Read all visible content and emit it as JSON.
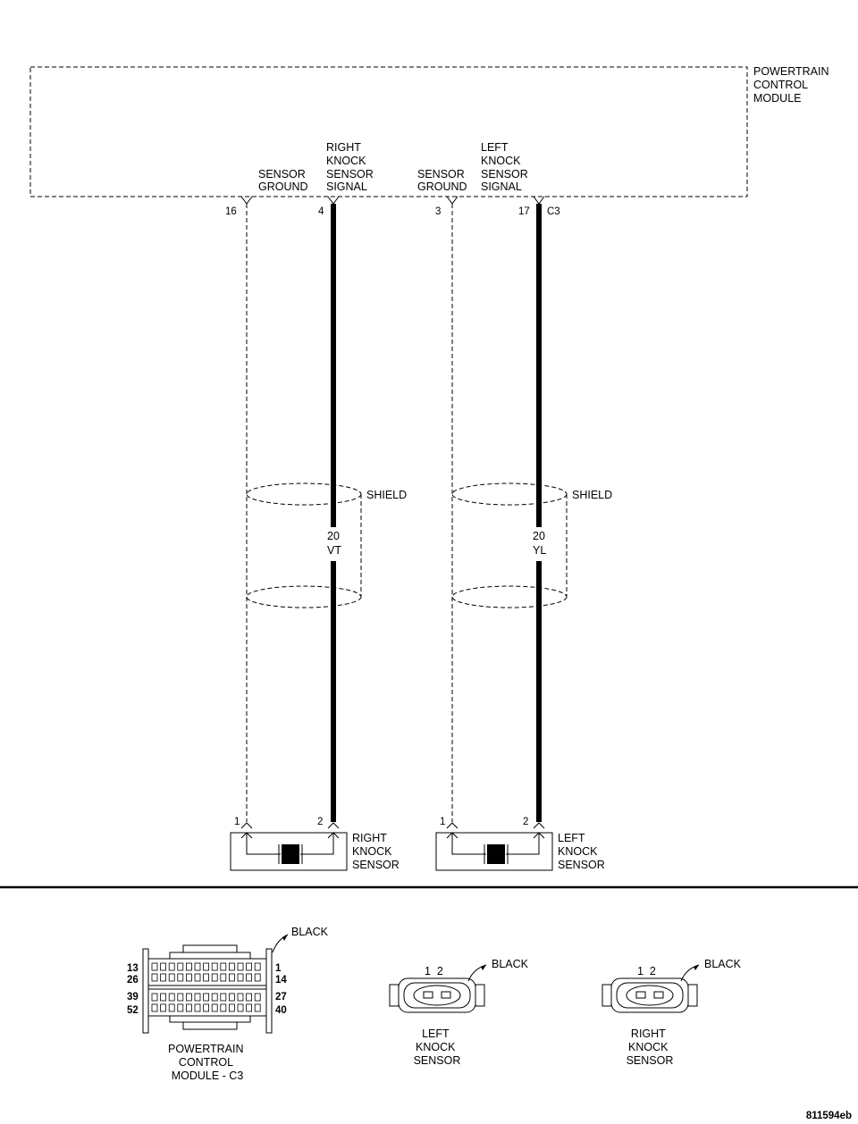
{
  "module": {
    "name_lines": [
      "POWERTRAIN",
      "CONTROL",
      "MODULE"
    ],
    "connector": "C3",
    "circuits": [
      {
        "pin": "16",
        "label_lines": [
          "SENSOR",
          "GROUND"
        ]
      },
      {
        "pin": "4",
        "label_lines": [
          "RIGHT",
          "KNOCK",
          "SENSOR",
          "SIGNAL"
        ]
      },
      {
        "pin": "3",
        "label_lines": [
          "SENSOR",
          "GROUND"
        ]
      },
      {
        "pin": "17",
        "label_lines": [
          "LEFT",
          "KNOCK",
          "SENSOR",
          "SIGNAL"
        ]
      }
    ]
  },
  "wires": [
    {
      "gauge": "20",
      "color": "VT",
      "shield_label": "SHIELD"
    },
    {
      "gauge": "20",
      "color": "YL",
      "shield_label": "SHIELD"
    }
  ],
  "sensors": [
    {
      "pin1": "1",
      "pin2": "2",
      "label_lines": [
        "RIGHT",
        "KNOCK",
        "SENSOR"
      ]
    },
    {
      "pin1": "1",
      "pin2": "2",
      "label_lines": [
        "LEFT",
        "KNOCK",
        "SENSOR"
      ]
    }
  ],
  "connector_views": {
    "pcm": {
      "color": "BLACK",
      "left_pins": [
        "13",
        "26",
        "39",
        "52"
      ],
      "right_pins": [
        "1",
        "14",
        "27",
        "40"
      ],
      "name_lines": [
        "POWERTRAIN",
        "CONTROL",
        "MODULE - C3"
      ]
    },
    "left_sensor": {
      "color": "BLACK",
      "pins": "1  2",
      "name_lines": [
        "LEFT",
        "KNOCK",
        "SENSOR"
      ]
    },
    "right_sensor": {
      "color": "BLACK",
      "pins": "1  2",
      "name_lines": [
        "RIGHT",
        "KNOCK",
        "SENSOR"
      ]
    }
  },
  "figure_id": "811594eb"
}
